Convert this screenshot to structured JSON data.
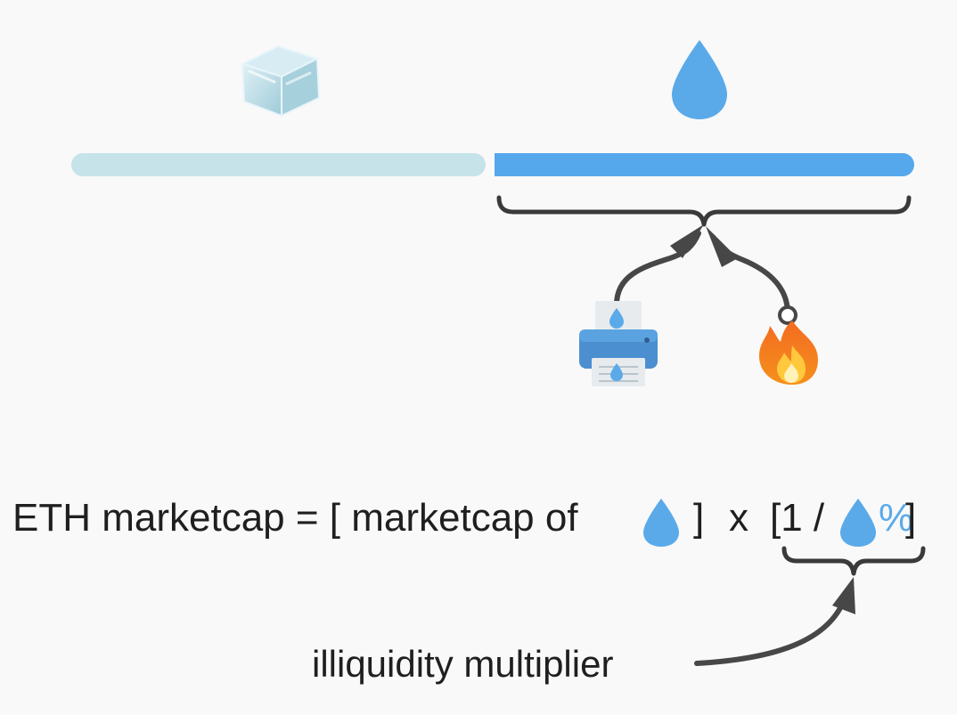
{
  "colors": {
    "background": "#f9f9f9",
    "illiquid_bar": "#c6e3ea",
    "liquid_bar": "#55a8ec",
    "droplet": "#5aaaea",
    "ice": "#bcdde8",
    "brace": "#3a3a3a",
    "arrow": "#474747",
    "text": "#1f1f1f"
  },
  "icons": {
    "ice": "ice-cube-icon",
    "liquid": "droplet-icon",
    "issuance": "printer-icon",
    "burn": "fire-icon"
  },
  "supply_split": {
    "illiquid_fraction": 0.5,
    "liquid_fraction": 0.5
  },
  "equation": {
    "lhs": "ETH marketcap = [ marketcap of",
    "close_bracket": "]",
    "times": "x",
    "open_term": "[1 /",
    "percent": "%",
    "close_term": "]"
  },
  "caption": "illiquidity multiplier"
}
